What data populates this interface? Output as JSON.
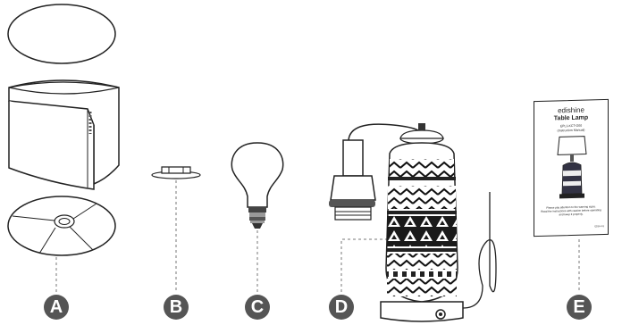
{
  "labels": {
    "a": "A",
    "b": "B",
    "c": "C",
    "d": "D",
    "e": "E"
  },
  "manual": {
    "brand": "edishine",
    "title": "Table Lamp",
    "model": "EPL1-KCT-O00",
    "subtitle": "(Instruction Manual)",
    "note_line1": "Please pay attention to the warning signs.",
    "note_line2": "Read the instructions with caution before operating",
    "note_line3": "and keep it properly.",
    "code": "EDSH-01"
  },
  "colors": {
    "label_fill": "#555555",
    "line": "#222222"
  }
}
